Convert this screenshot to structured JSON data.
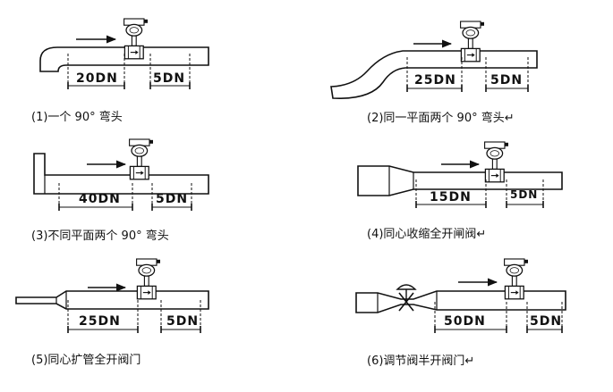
{
  "diagrams": [
    {
      "upstream": "20DN",
      "downstream": "5DN",
      "caption": "(1)一个 90° 弯头"
    },
    {
      "upstream": "25DN",
      "downstream": "5DN",
      "caption": "(2)同一平面两个 90° 弯头↵"
    },
    {
      "upstream": "40DN",
      "downstream": "5DN",
      "caption": "(3)不同平面两个 90° 弯头"
    },
    {
      "upstream": "15DN",
      "downstream": "5DN",
      "caption": "(4)同心收缩全开闸阀↵"
    },
    {
      "upstream": "25DN",
      "downstream": "5DN",
      "caption": "(5)同心扩管全开阀门"
    },
    {
      "upstream": "50DN",
      "downstream": "5DN",
      "caption": "(6)调节阀半开阀门↵"
    }
  ]
}
